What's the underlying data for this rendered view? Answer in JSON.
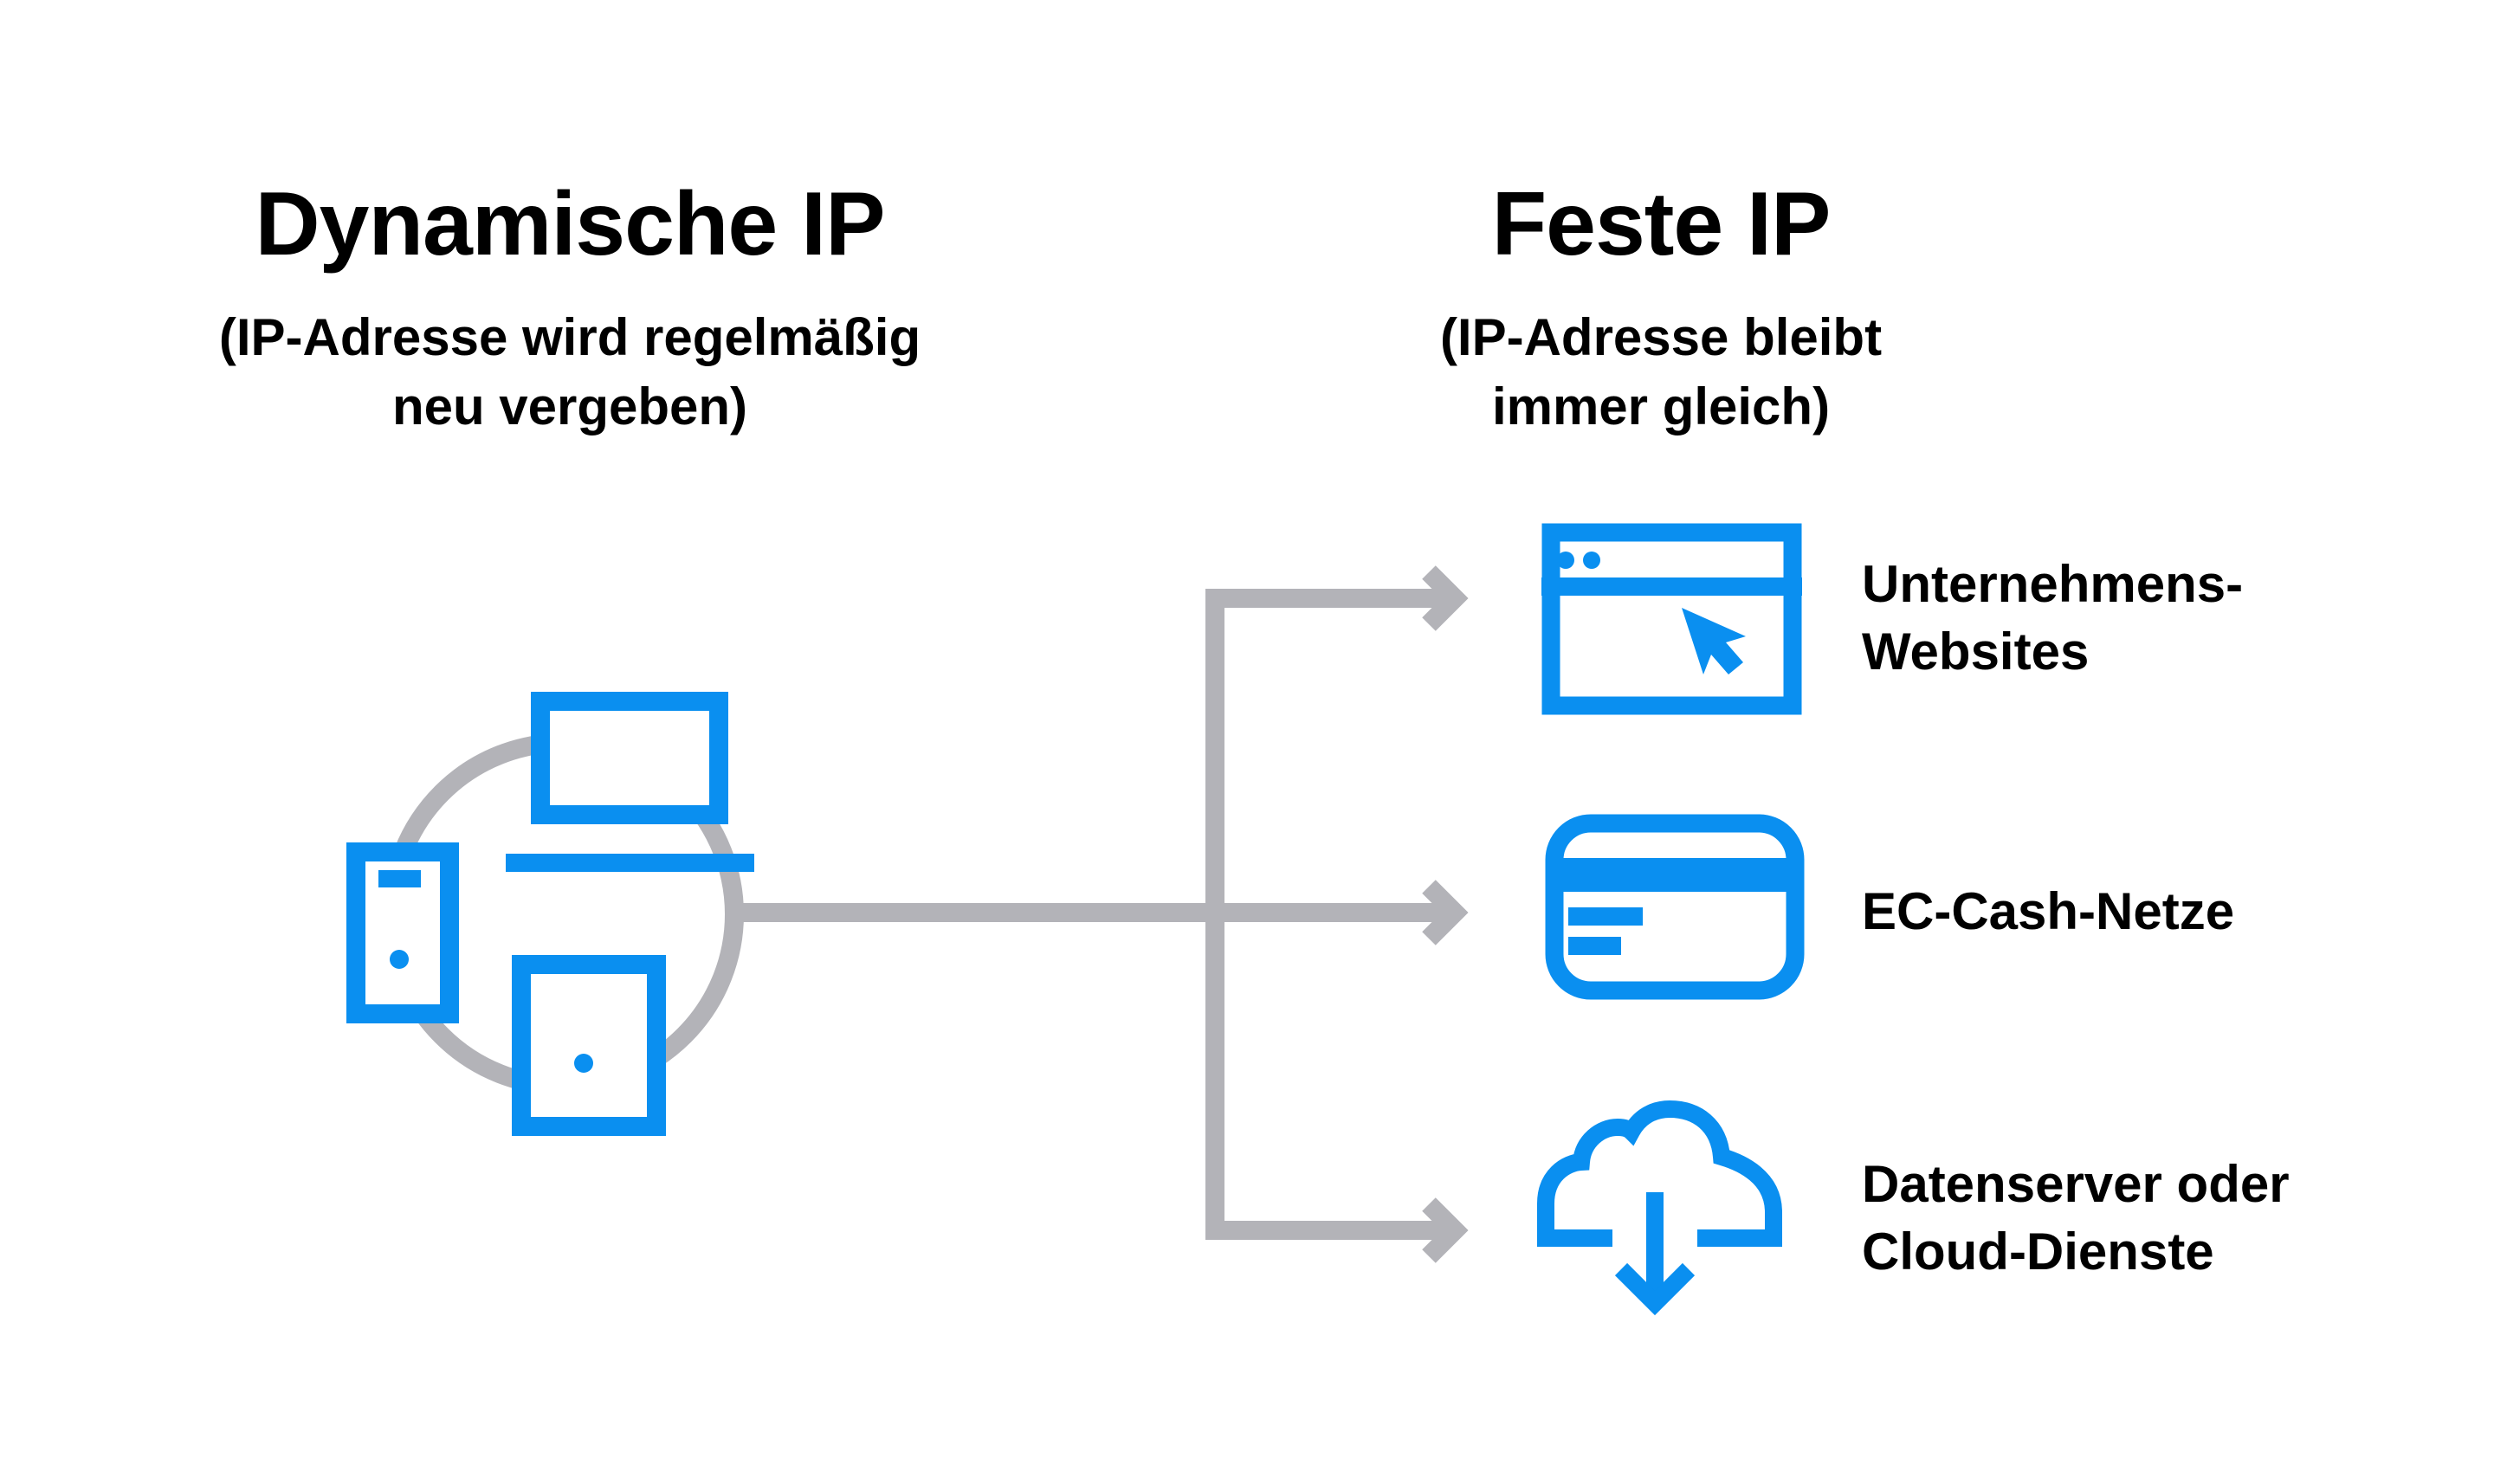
{
  "colors": {
    "accent": "#0A8FF0",
    "connector": "#B3B3B8",
    "text": "#000000",
    "background": "#FFFFFF"
  },
  "left": {
    "title": "Dynamische IP",
    "subtitle_line1": "(IP-Adresse wird regelmäßig",
    "subtitle_line2": "neu vergeben)",
    "devices": [
      "monitor-icon",
      "smartphone-icon",
      "tablet-icon"
    ]
  },
  "right": {
    "title": "Feste IP",
    "subtitle_line1": "(IP-Adresse bleibt",
    "subtitle_line2": "immer gleich)",
    "items": [
      {
        "icon": "browser-window-icon",
        "label_line1": "Unternehmens-",
        "label_line2": "Websites"
      },
      {
        "icon": "credit-card-icon",
        "label_line1": "EC-Cash-Netze",
        "label_line2": ""
      },
      {
        "icon": "cloud-download-icon",
        "label_line1": "Datenserver oder",
        "label_line2": "Cloud-Dienste"
      }
    ]
  }
}
